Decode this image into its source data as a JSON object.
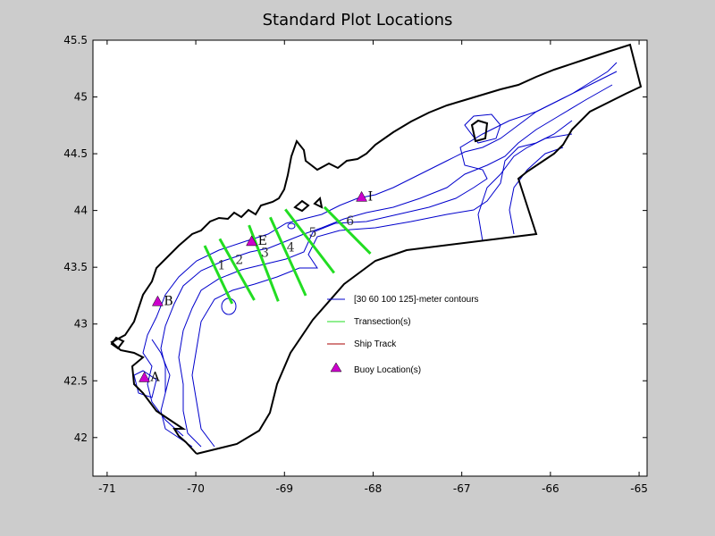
{
  "title": "Standard Plot Locations",
  "chart_data": {
    "type": "map",
    "title": "Standard Plot Locations",
    "xlim": [
      -71.16,
      -64.91
    ],
    "ylim": [
      41.66,
      45.5
    ],
    "xticks": [
      -71,
      -70,
      -69,
      -68,
      -67,
      -66,
      -65
    ],
    "yticks": [
      42,
      42.5,
      43,
      43.5,
      44,
      44.5,
      45,
      45.5
    ],
    "xtick_labels": [
      "-71",
      "-70",
      "-69",
      "-68",
      "-67",
      "-66",
      "-65"
    ],
    "ytick_labels": [
      "42",
      "42.5",
      "43",
      "43.5",
      "44",
      "44.5",
      "45",
      "45.5"
    ],
    "contour_depths_m": [
      30,
      60,
      100,
      125
    ],
    "transects": [
      {
        "label": "1",
        "start": [
          -69.9,
          43.69
        ],
        "end": [
          -69.59,
          43.18
        ],
        "label_pos": [
          -69.71,
          43.48
        ]
      },
      {
        "label": "2",
        "start": [
          -69.73,
          43.75
        ],
        "end": [
          -69.34,
          43.21
        ],
        "label_pos": [
          -69.51,
          43.53
        ]
      },
      {
        "label": "3",
        "start": [
          -69.4,
          43.87
        ],
        "end": [
          -69.07,
          43.2
        ],
        "label_pos": [
          -69.22,
          43.59
        ]
      },
      {
        "label": "4",
        "start": [
          -69.16,
          43.94
        ],
        "end": [
          -68.76,
          43.25
        ],
        "label_pos": [
          -68.93,
          43.64
        ]
      },
      {
        "label": "5",
        "start": [
          -68.99,
          44.01
        ],
        "end": [
          -68.44,
          43.45
        ],
        "label_pos": [
          -68.68,
          43.77
        ]
      },
      {
        "label": "6",
        "start": [
          -68.55,
          44.03
        ],
        "end": [
          -68.03,
          43.62
        ],
        "label_pos": [
          -68.26,
          43.87
        ]
      }
    ],
    "buoys": [
      {
        "label": "A",
        "lon": -70.58,
        "lat": 42.53
      },
      {
        "label": "B",
        "lon": -70.43,
        "lat": 43.2
      },
      {
        "label": "E",
        "lon": -69.37,
        "lat": 43.73
      },
      {
        "label": "I",
        "lon": -68.13,
        "lat": 44.12
      }
    ],
    "legend": [
      {
        "label": "[30 60 100 125]-meter contours",
        "color": "#0000cc",
        "kind": "line"
      },
      {
        "label": "Transection(s)",
        "color": "#22dd22",
        "kind": "line"
      },
      {
        "label": "Ship Track",
        "color": "#aa0000",
        "kind": "line"
      },
      {
        "label": "Buoy Location(s)",
        "color": "#cc00cc",
        "kind": "triangle"
      }
    ],
    "legend_position": "center-right"
  }
}
